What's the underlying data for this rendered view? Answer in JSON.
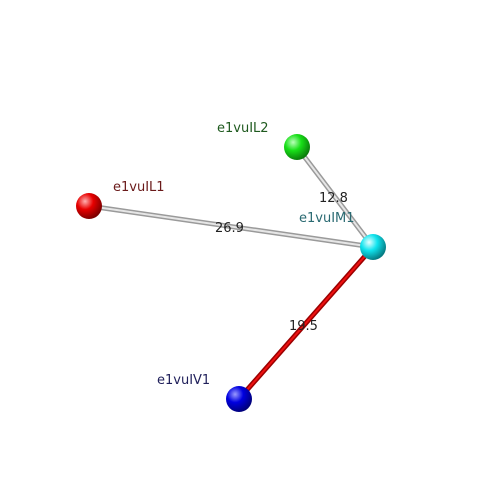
{
  "nodes": [
    {
      "id": "L2",
      "label": "e1vuIL2",
      "color": "#00dd00",
      "label_color": "#1f5a1f"
    },
    {
      "id": "L1",
      "label": "e1vuIL1",
      "color": "#ee0000",
      "label_color": "#6a1a1a"
    },
    {
      "id": "M1",
      "label": "e1vuIM1",
      "color": "#00e5ee",
      "label_color": "#2a6a72"
    },
    {
      "id": "V1",
      "label": "e1vuIV1",
      "color": "#0000dd",
      "label_color": "#1f1f5a"
    }
  ],
  "edges": [
    {
      "from": "L2",
      "to": "M1",
      "label": "12.8",
      "color": "#c8c8c8"
    },
    {
      "from": "L1",
      "to": "M1",
      "label": "26.9",
      "color": "#c8c8c8"
    },
    {
      "from": "V1",
      "to": "M1",
      "label": "19.5",
      "color": "#dd0000"
    }
  ]
}
